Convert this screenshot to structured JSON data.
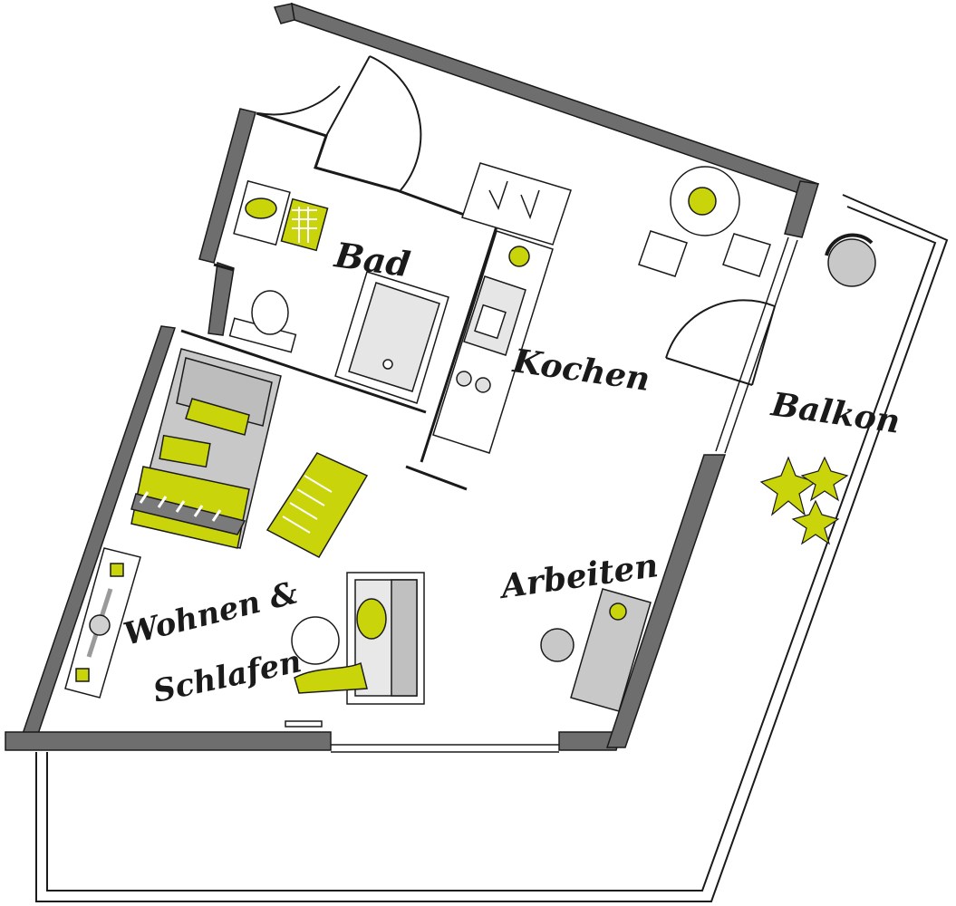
{
  "floorplan": {
    "rooms": {
      "bad": "Bad",
      "kochen": "Kochen",
      "balkon": "Balkon",
      "arbeiten": "Arbeiten",
      "wohnen": "Wohnen &",
      "schlafen": "Schlafen"
    },
    "colors": {
      "wall": "#6e6e6e",
      "accent": "#c9d40a",
      "line": "#1a1a1a",
      "furniture_gray": "#c8c8c8"
    },
    "icons": [
      "door-swing-icon",
      "bathtub-icon",
      "toilet-icon",
      "sink-icon",
      "stove-icon",
      "bed-icon",
      "sofa-icon",
      "desk-icon",
      "table-icon",
      "chair-icon",
      "plant-icon",
      "rug-icon",
      "tv-stand-icon"
    ]
  }
}
